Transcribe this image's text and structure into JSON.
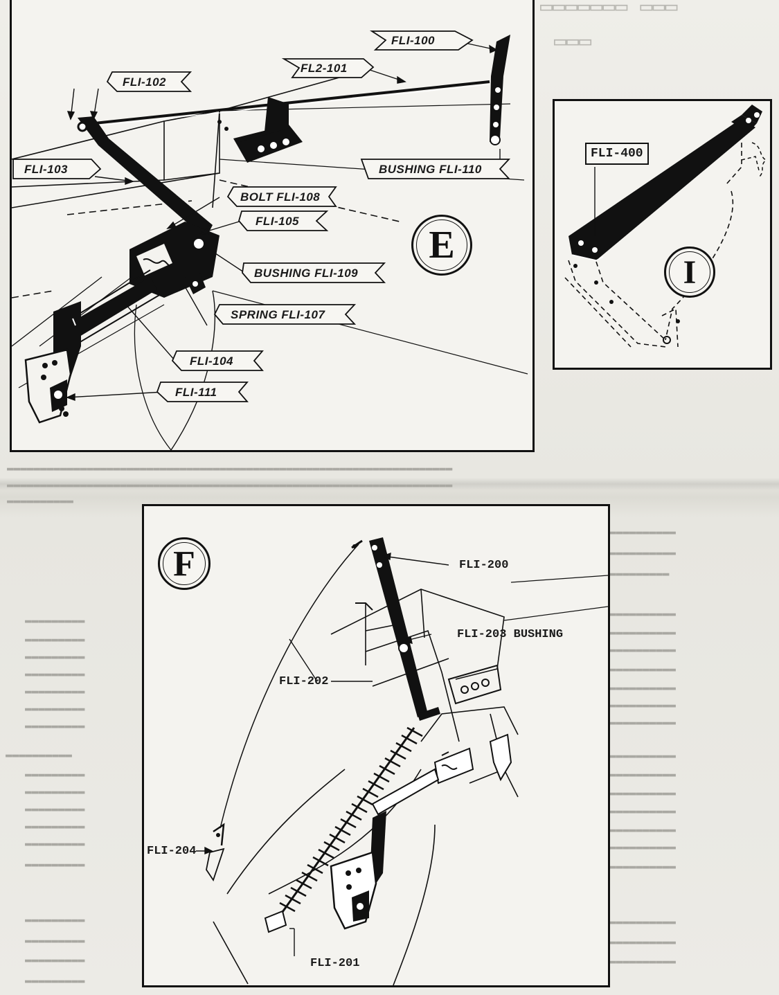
{
  "labels": {
    "e": {
      "fli100": "FLI-100",
      "fl2_101": "FL2-101",
      "fli102": "FLI-102",
      "fli103": "FLI-103",
      "bushing110": "BUSHING FLI-110",
      "bolt108": "BOLT FLI-108",
      "fli105": "FLI-105",
      "bushing109": "BUSHING FLI-109",
      "spring107": "SPRING FLI-107",
      "fli104": "FLI-104",
      "fli111": "FLI-111",
      "figure": "E"
    },
    "i": {
      "fli400": "FLI-400",
      "figure": "I"
    },
    "f": {
      "figure": "F",
      "fli200": "FLI-200",
      "fli203": "FLI-203 BUSHING",
      "fli202": "FLI-202",
      "fli204": "FLI-204",
      "fli201": "FLI-201"
    }
  },
  "colors": {
    "ink": "#111111",
    "paper": "#ecebe6",
    "ghost_text": "#a9a8a2"
  }
}
